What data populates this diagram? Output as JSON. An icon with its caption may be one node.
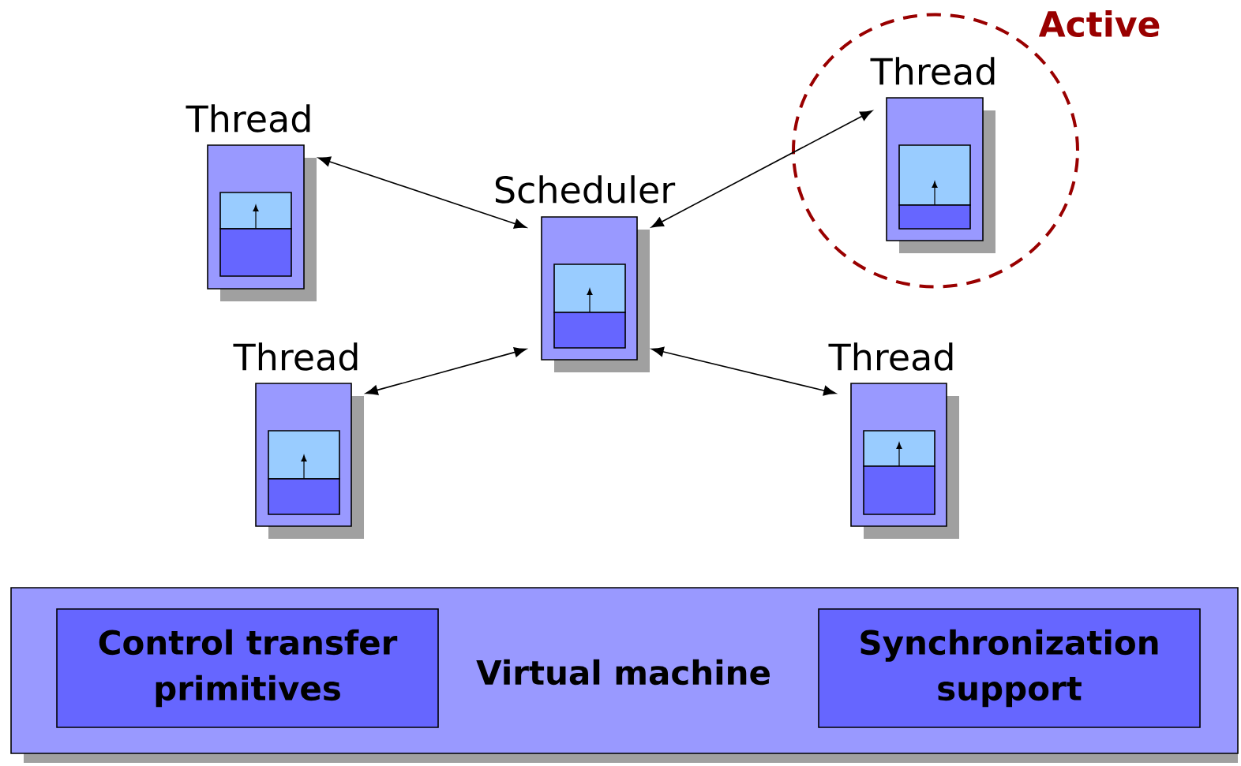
{
  "diagram": {
    "nodes": [
      {
        "text": [
          "Thread"
        ]
      },
      {
        "text": [
          "Scheduler"
        ]
      },
      {
        "text": [
          "Active"
        ]
      },
      {
        "text": [
          "Thread"
        ],
        "in": 2
      },
      {
        "text": [
          "Thread"
        ]
      },
      {
        "text": [
          "Thread"
        ]
      },
      {
        "text": [
          "Virtual machine"
        ]
      },
      {
        "text": [
          "Control transfer primitives"
        ],
        "in": 6
      },
      {
        "text": [
          "Synchronization support"
        ],
        "in": 6
      }
    ],
    "edges": [
      {
        "from": 1,
        "to": 0,
        "arrow": "both"
      },
      {
        "from": 1,
        "to": 3,
        "arrow": "both"
      },
      {
        "from": 1,
        "to": 4,
        "arrow": "both"
      },
      {
        "from": 1,
        "to": 5,
        "arrow": "both"
      }
    ]
  }
}
